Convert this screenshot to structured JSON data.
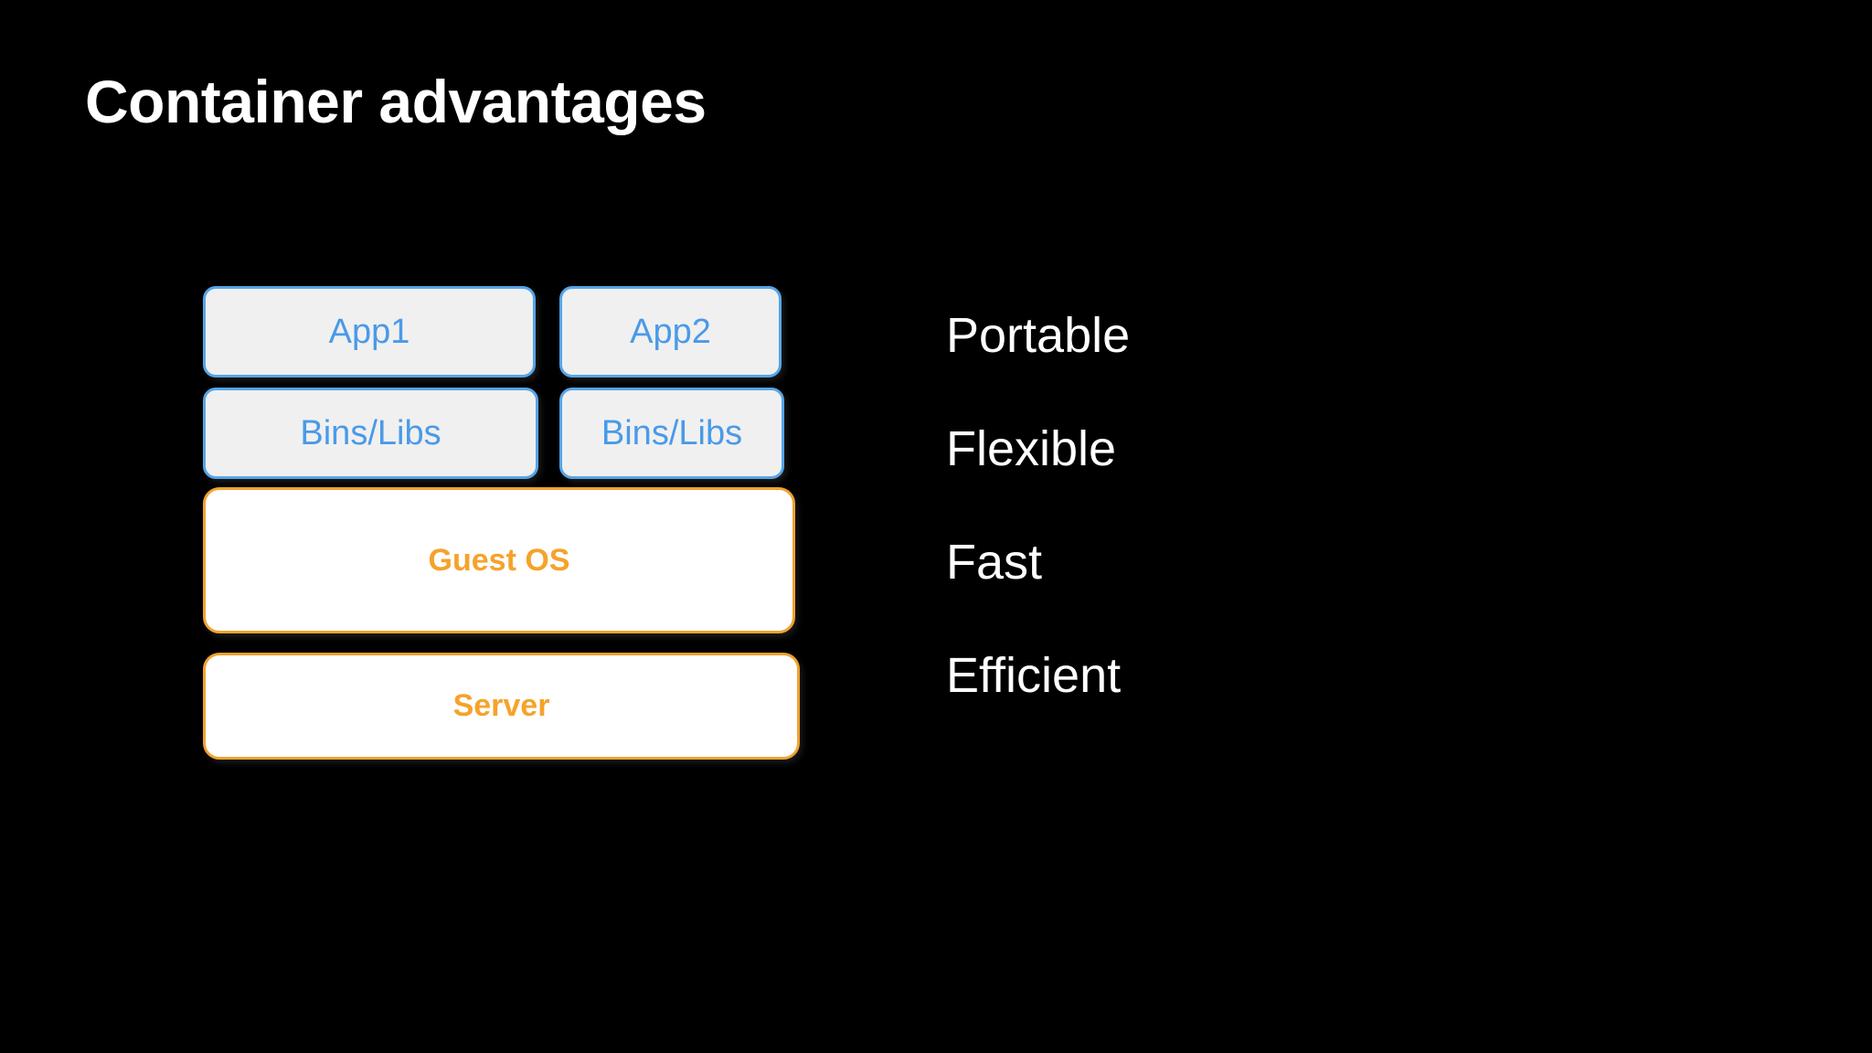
{
  "slide": {
    "title": "Container advantages",
    "background_color": "#000000",
    "title_color": "#ffffff"
  },
  "colors": {
    "background": "#000000",
    "app_box_fill": "#f0f0f0",
    "app_box_border": "#55a5e8",
    "app_box_text": "#4a9ae8",
    "infra_box_fill": "#ffffff",
    "infra_box_border": "#f0a22e",
    "infra_box_text": "#f5a32b",
    "advantage_text": "#ffffff"
  },
  "diagram": {
    "name": "container-architecture-stack",
    "layers": [
      {
        "id": "apps",
        "boxes": [
          {
            "id": "app1",
            "label": "App1",
            "style": "app"
          },
          {
            "id": "app2",
            "label": "App2",
            "style": "app"
          }
        ]
      },
      {
        "id": "bins-libs",
        "boxes": [
          {
            "id": "binslibs1",
            "label": "Bins/Libs",
            "style": "app"
          },
          {
            "id": "binslibs2",
            "label": "Bins/Libs",
            "style": "app"
          }
        ]
      },
      {
        "id": "guest-os",
        "boxes": [
          {
            "id": "guestos",
            "label": "Guest OS",
            "style": "infra"
          }
        ]
      },
      {
        "id": "server",
        "boxes": [
          {
            "id": "server",
            "label": "Server",
            "style": "infra"
          }
        ]
      }
    ]
  },
  "advantages": {
    "items": [
      {
        "label": "Portable"
      },
      {
        "label": "Flexible"
      },
      {
        "label": "Fast"
      },
      {
        "label": "Efficient"
      }
    ]
  }
}
